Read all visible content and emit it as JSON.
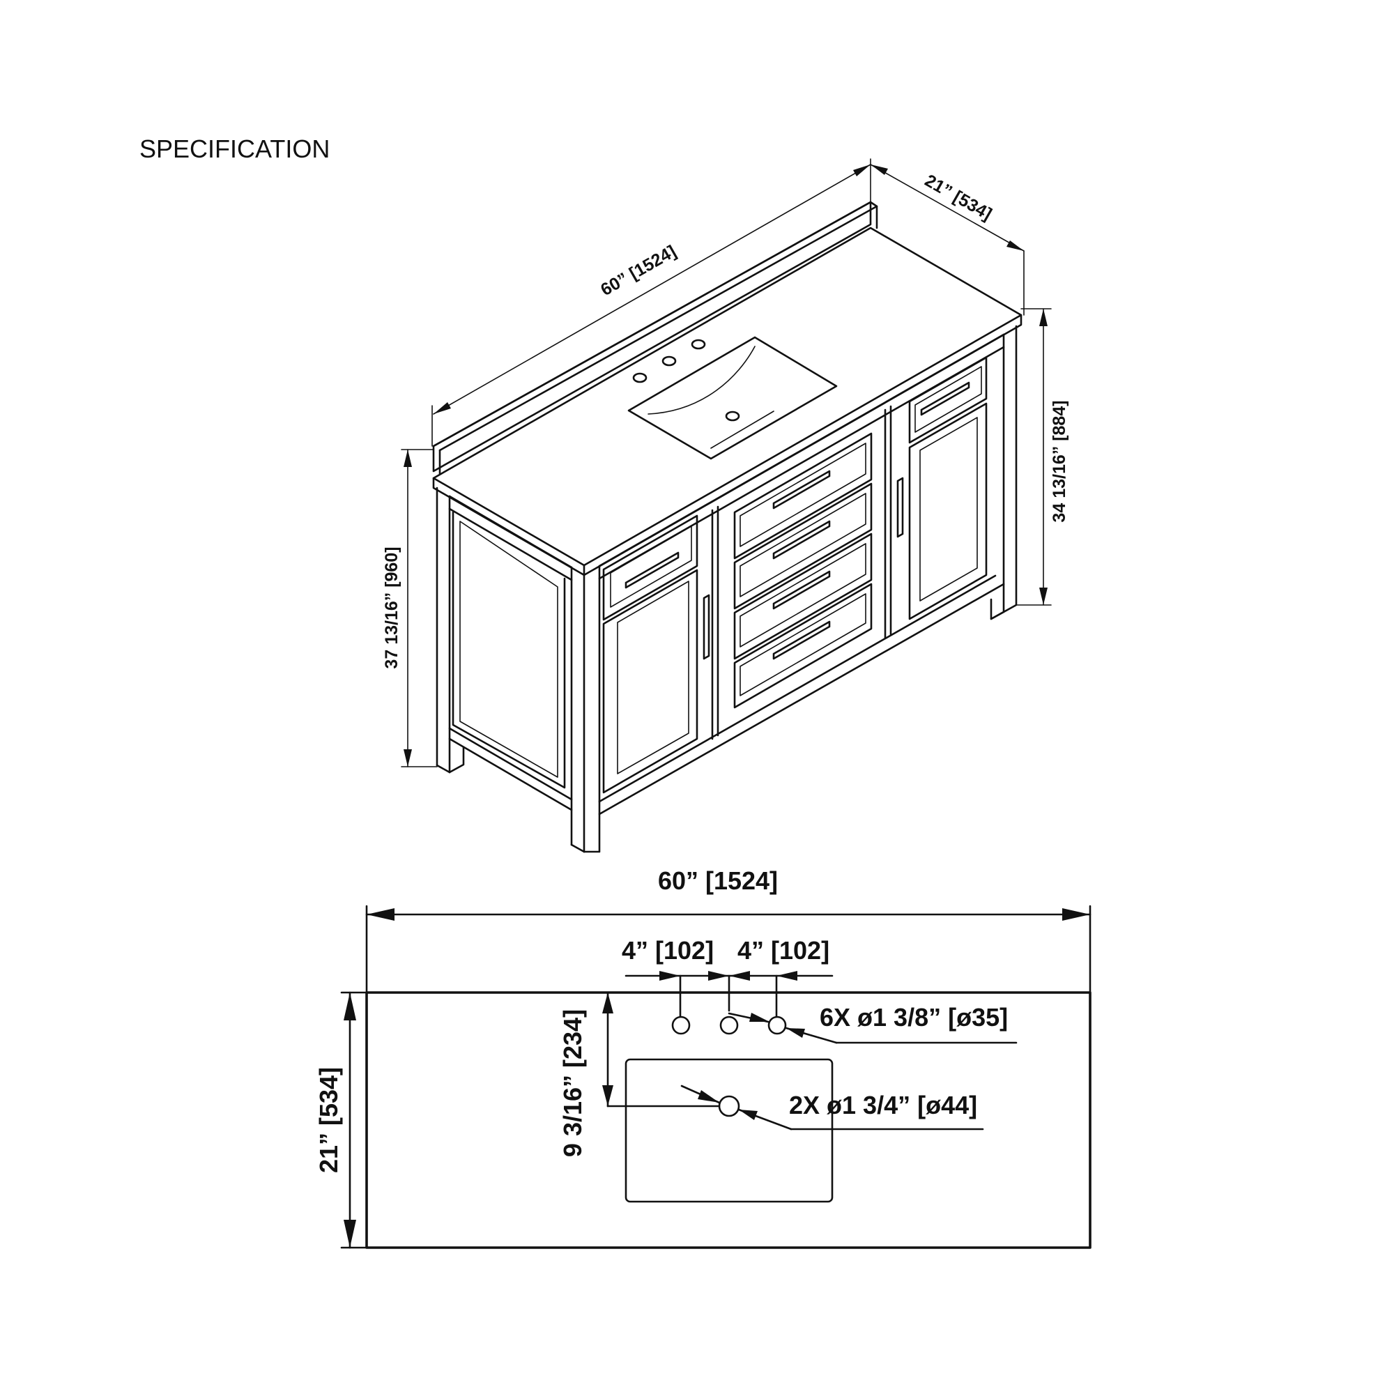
{
  "title": "SPECIFICATION",
  "isometric_view": {
    "width_label": "60” [1524]",
    "depth_label": "21” [534]",
    "total_height_label": "37 13/16” [960]",
    "cabinet_height_label": "34 13/16” [884]"
  },
  "top_view": {
    "width_label": "60” [1524]",
    "depth_label": "21” [534]",
    "faucet_spacing_left_label": "4” [102]",
    "faucet_spacing_right_label": "4” [102]",
    "drain_offset_label": "9 3/16” [234]",
    "faucet_holes_label": "6X ø1 3/8” [ø35]",
    "drain_holes_label": "2X ø1 3/4” [ø44]"
  }
}
